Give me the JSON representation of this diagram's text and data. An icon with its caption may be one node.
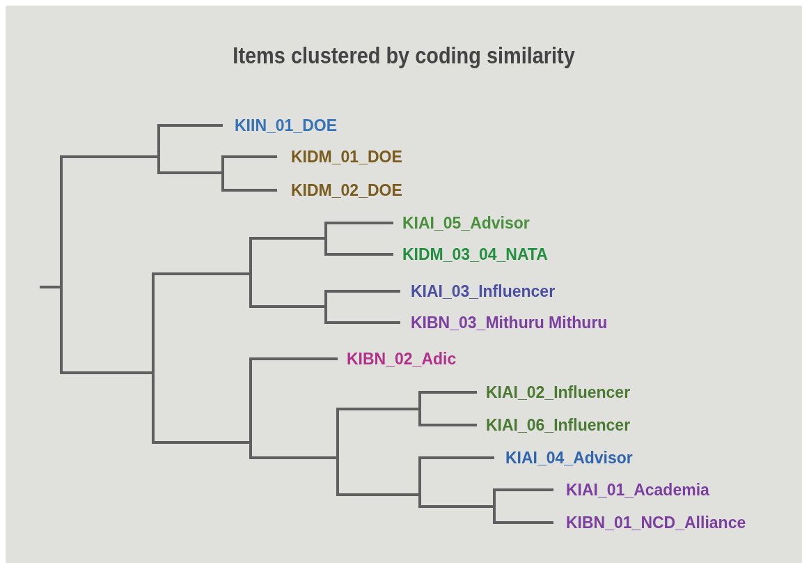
{
  "diagram": {
    "title": "Items clustered by coding similarity",
    "nodes": [
      {
        "text": [],
        "shape": "bar"
      },
      {
        "text": [],
        "shape": "bar"
      },
      {
        "text": [
          "KIIN_01_DOE"
        ]
      },
      {
        "text": [],
        "shape": "bar"
      },
      {
        "text": [
          "KIDM_01_DOE"
        ]
      },
      {
        "text": [
          "KIDM_02_DOE"
        ]
      },
      {
        "text": [],
        "shape": "bar"
      },
      {
        "text": [],
        "shape": "bar"
      },
      {
        "text": [],
        "shape": "bar"
      },
      {
        "text": [
          "KIAI_05_Advisor"
        ]
      },
      {
        "text": [
          "KIDM_03_04_NATA"
        ]
      },
      {
        "text": [],
        "shape": "bar"
      },
      {
        "text": [
          "KIAI_03_Influencer"
        ]
      },
      {
        "text": [
          "KIBN_03_Mithuru Mithuru"
        ]
      },
      {
        "text": [],
        "shape": "bar"
      },
      {
        "text": [
          "KIBN_02_Adic"
        ]
      },
      {
        "text": [],
        "shape": "bar"
      },
      {
        "text": [],
        "shape": "bar"
      },
      {
        "text": [
          "KIAI_02_Influencer"
        ]
      },
      {
        "text": [
          "KIAI_06_Influencer"
        ]
      },
      {
        "text": [],
        "shape": "bar"
      },
      {
        "text": [
          "KIAI_04_Advisor"
        ]
      },
      {
        "text": [],
        "shape": "bar"
      },
      {
        "text": [
          "KIAI_01_Academia"
        ]
      },
      {
        "text": [
          "KIBN_01_NCD_Alliance"
        ]
      }
    ],
    "edges": [
      {
        "from": null,
        "to": 0,
        "arrow": "none"
      },
      {
        "from": 0,
        "to": 1,
        "arrow": "none"
      },
      {
        "from": 0,
        "to": 6,
        "arrow": "none"
      },
      {
        "from": 1,
        "to": 2,
        "arrow": "none"
      },
      {
        "from": 1,
        "to": 3,
        "arrow": "none"
      },
      {
        "from": 3,
        "to": 4,
        "arrow": "none"
      },
      {
        "from": 3,
        "to": 5,
        "arrow": "none"
      },
      {
        "from": 6,
        "to": 7,
        "arrow": "none"
      },
      {
        "from": 6,
        "to": 14,
        "arrow": "none"
      },
      {
        "from": 7,
        "to": 8,
        "arrow": "none"
      },
      {
        "from": 7,
        "to": 11,
        "arrow": "none"
      },
      {
        "from": 8,
        "to": 9,
        "arrow": "none"
      },
      {
        "from": 8,
        "to": 10,
        "arrow": "none"
      },
      {
        "from": 11,
        "to": 12,
        "arrow": "none"
      },
      {
        "from": 11,
        "to": 13,
        "arrow": "none"
      },
      {
        "from": 14,
        "to": 15,
        "arrow": "none"
      },
      {
        "from": 14,
        "to": 16,
        "arrow": "none"
      },
      {
        "from": 16,
        "to": 17,
        "arrow": "none"
      },
      {
        "from": 16,
        "to": 20,
        "arrow": "none"
      },
      {
        "from": 17,
        "to": 18,
        "arrow": "none"
      },
      {
        "from": 17,
        "to": 19,
        "arrow": "none"
      },
      {
        "from": 20,
        "to": 21,
        "arrow": "none"
      },
      {
        "from": 20,
        "to": 22,
        "arrow": "none"
      },
      {
        "from": 22,
        "to": 23,
        "arrow": "none"
      },
      {
        "from": 22,
        "to": 24,
        "arrow": "none"
      }
    ]
  }
}
